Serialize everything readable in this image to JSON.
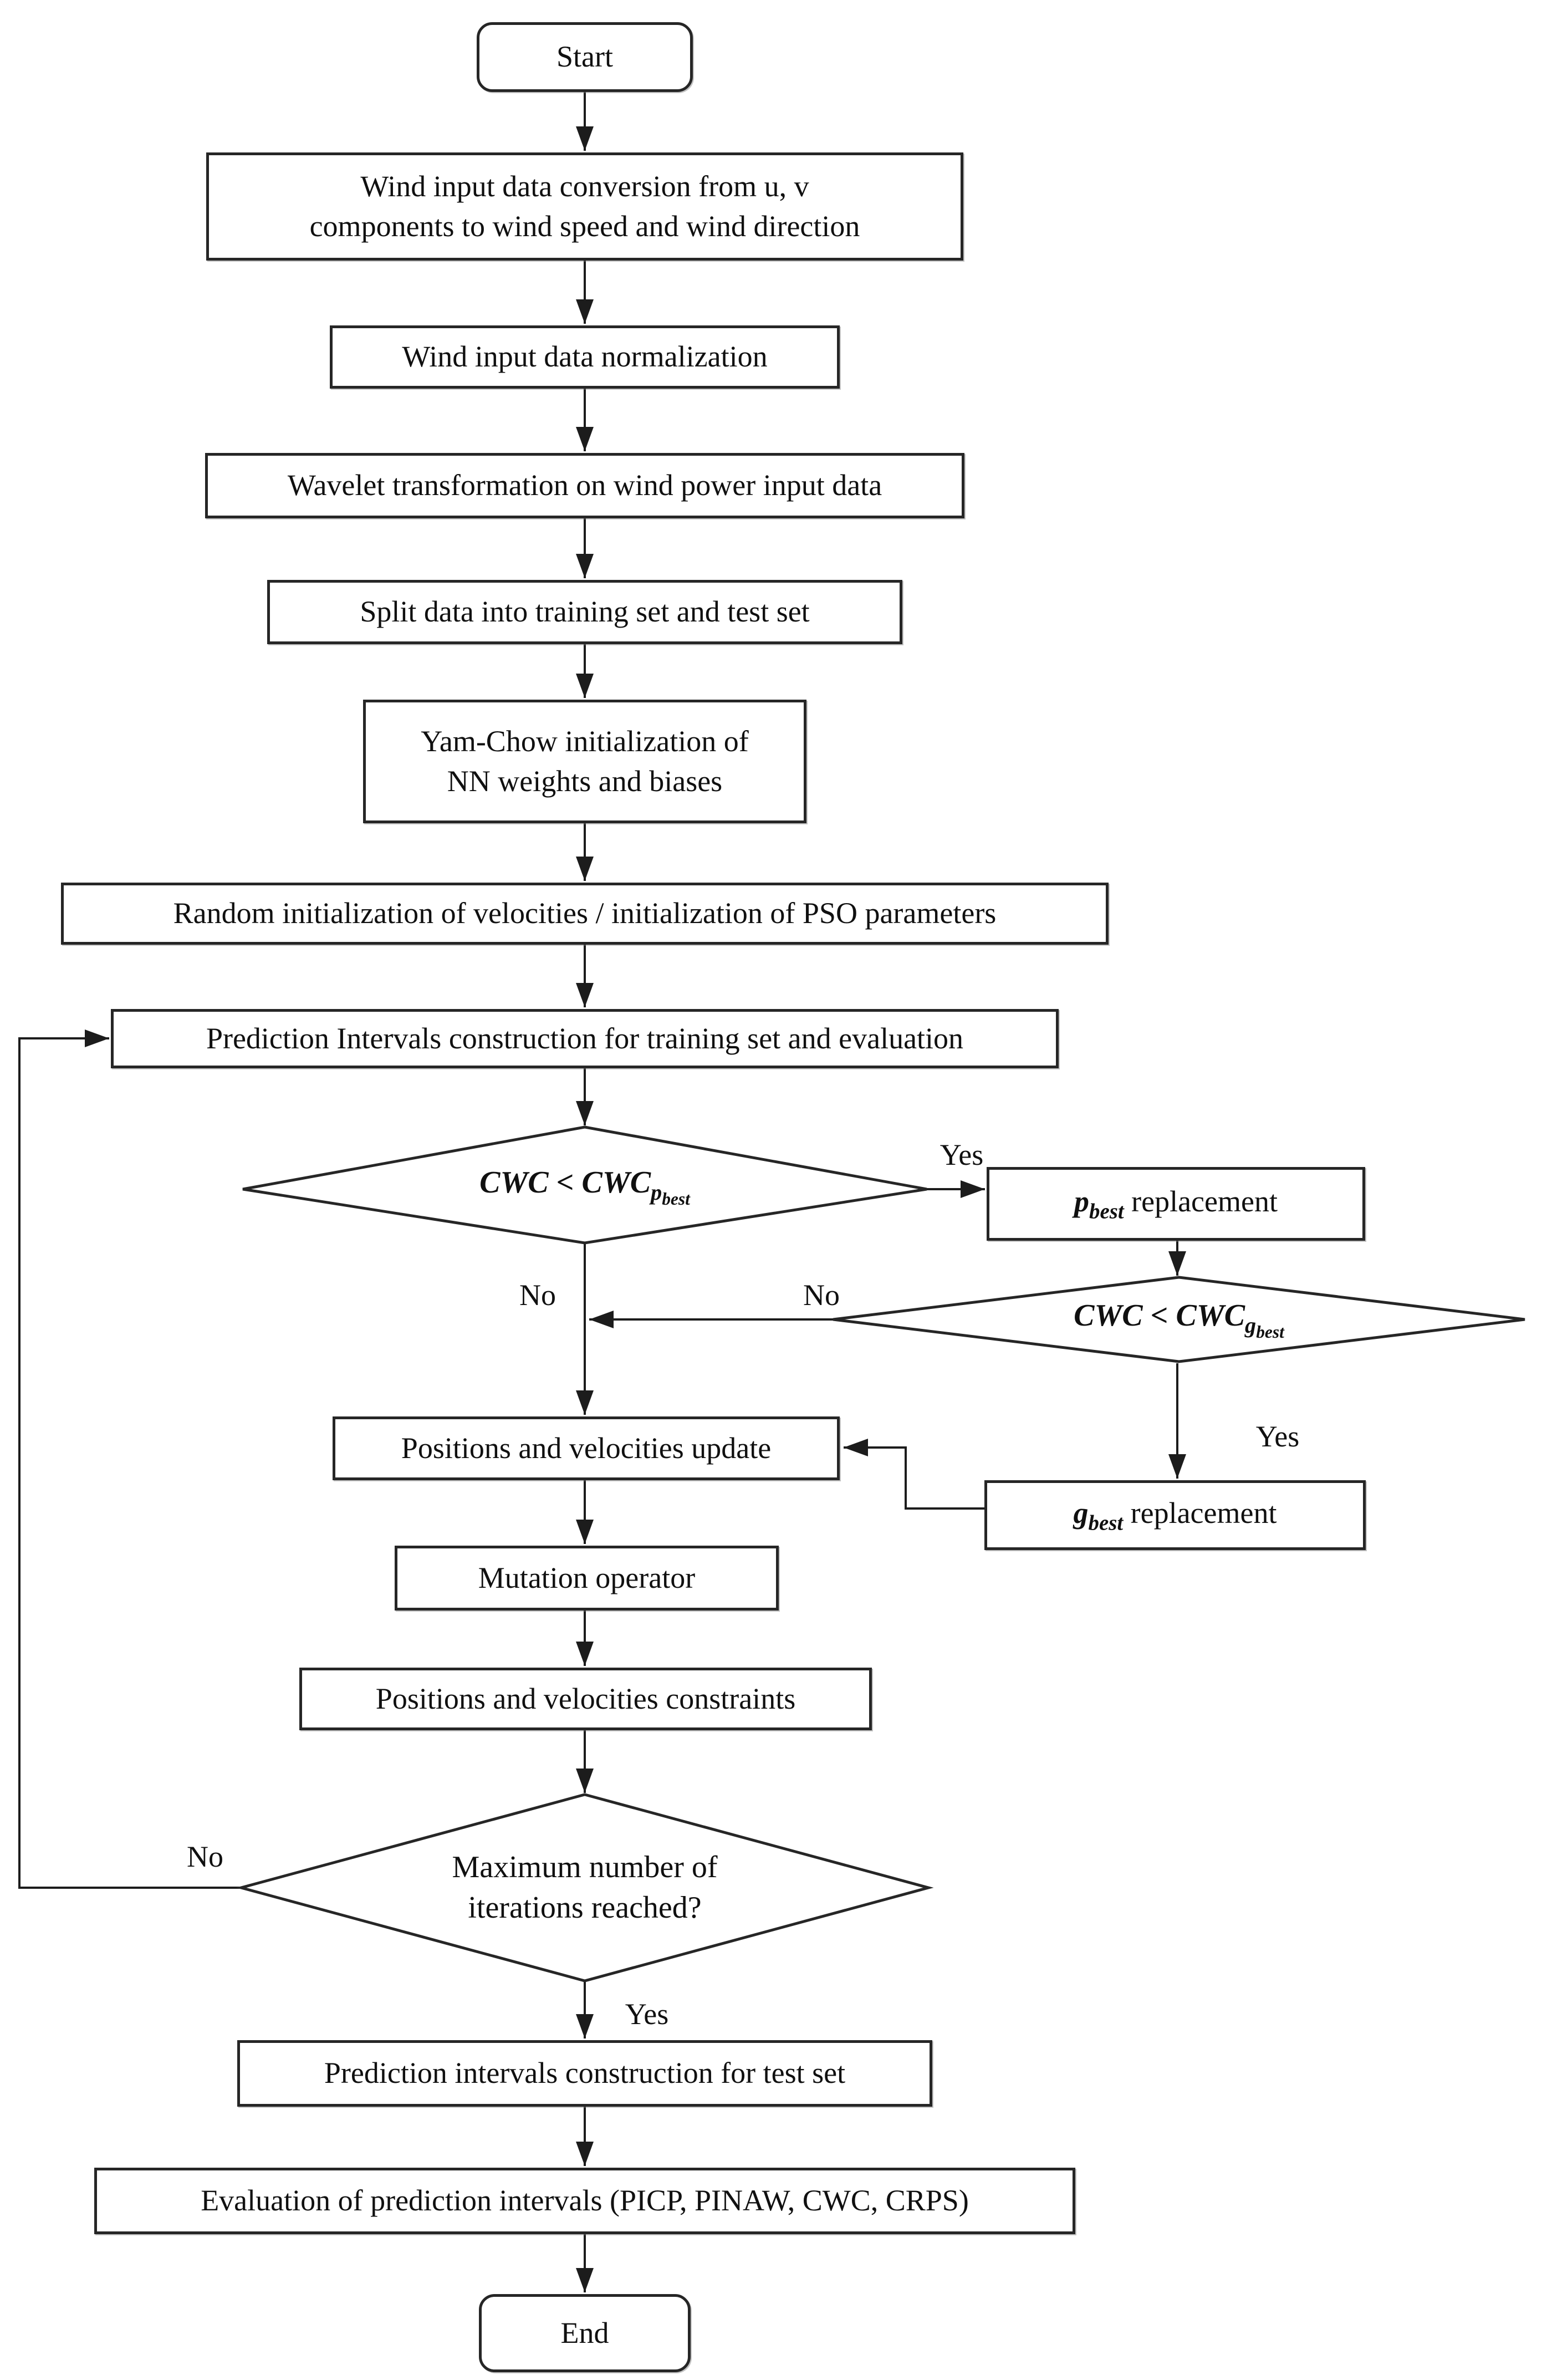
{
  "page": {
    "background": "#ffffff",
    "line_color": "#1c1c1c",
    "border_color": "#262626"
  },
  "nodes": {
    "start": {
      "label": "Start"
    },
    "conversion": {
      "label": "Wind input data conversion from u, v\ncomponents to wind speed and wind direction"
    },
    "normalization": {
      "label": "Wind input data normalization"
    },
    "wavelet": {
      "label": "Wavelet transformation on wind power input data"
    },
    "split": {
      "label": "Split data into training set and test set"
    },
    "yamchow": {
      "label": "Yam-Chow initialization of\nNN weights and biases"
    },
    "random_init": {
      "label": "Random initialization of velocities / initialization of PSO parameters"
    },
    "pi_training": {
      "label": "Prediction Intervals construction for training set and evaluation"
    },
    "decision_pbest": {
      "prefix": "CWC < CWC",
      "var": "p",
      "varsub": "best"
    },
    "pbest_replacement": {
      "var": "p",
      "varsub": "best",
      "suffix": " replacement"
    },
    "decision_gbest": {
      "prefix": "CWC < CWC",
      "var": "g",
      "varsub": "best"
    },
    "gbest_replacement": {
      "var": "g",
      "varsub": "best",
      "suffix": " replacement"
    },
    "update": {
      "label": "Positions and velocities update"
    },
    "mutation": {
      "label": "Mutation operator"
    },
    "constraints": {
      "label": "Positions and velocities constraints"
    },
    "decision_maxiter": {
      "label": "Maximum number of\niterations reached?"
    },
    "pi_test": {
      "label": "Prediction intervals construction for test set"
    },
    "evaluation": {
      "label": "Evaluation of prediction intervals (PICP, PINAW, CWC, CRPS)"
    },
    "end": {
      "label": "End"
    }
  },
  "edge_labels": {
    "yes_pbest": "Yes",
    "no_pbest": "No",
    "no_gbest": "No",
    "yes_gbest": "Yes",
    "no_maxiter": "No",
    "yes_maxiter": "Yes"
  }
}
